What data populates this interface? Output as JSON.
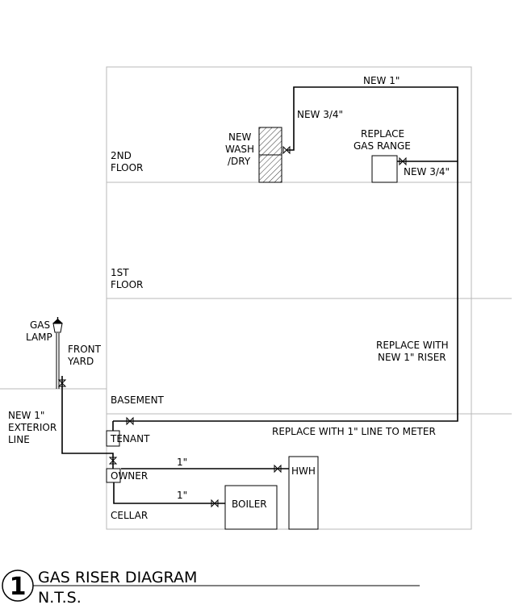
{
  "floors": {
    "second": [
      "2ND",
      "FLOOR"
    ],
    "first": [
      "1ST",
      "FLOOR"
    ],
    "basement": "BASEMENT",
    "cellar": "CELLAR"
  },
  "labels": {
    "new_1_top": "NEW 1\"",
    "new_3_4_washer": "NEW 3/4\"",
    "washer": [
      "NEW",
      "WASH",
      "/DRY"
    ],
    "range": [
      "REPLACE",
      "GAS RANGE"
    ],
    "new_3_4_range": "NEW 3/4\"",
    "riser": [
      "REPLACE WITH",
      "NEW 1\" RISER"
    ],
    "line_to_meter": "REPLACE WITH 1\" LINE TO METER",
    "gas_lamp": [
      "GAS",
      "LAMP"
    ],
    "front_yard": [
      "FRONT",
      "YARD"
    ],
    "exterior_line": [
      "NEW 1\"",
      "EXTERIOR",
      "LINE"
    ],
    "tenant": "TENANT",
    "owner": "OWNER",
    "hwh_pipe": "1\"",
    "boiler_pipe": "1\"",
    "hwh": "HWH",
    "boiler": "BOILER"
  },
  "title": {
    "number": "1",
    "name": "GAS RISER DIAGRAM",
    "scale": "N.T.S."
  }
}
